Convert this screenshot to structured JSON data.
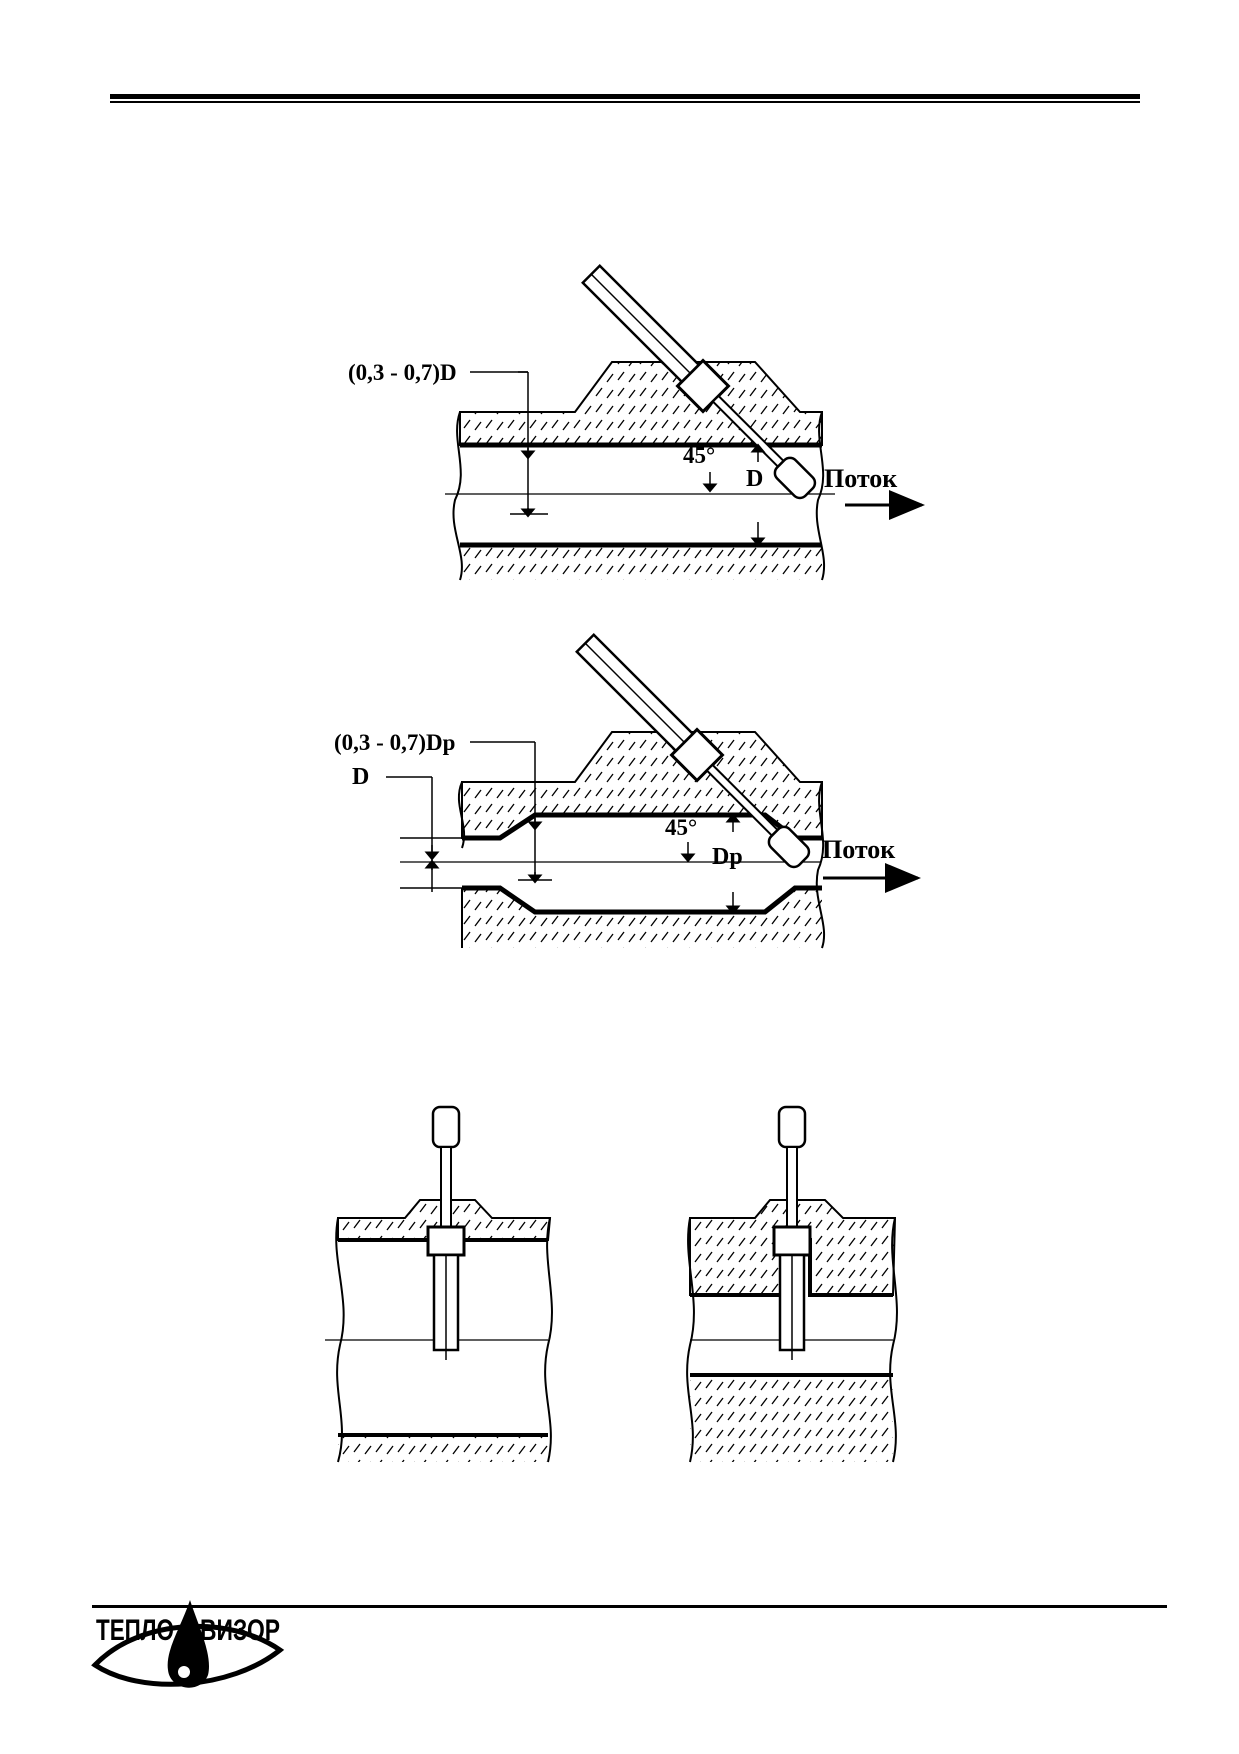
{
  "figure1": {
    "range_label": "(0,3 - 0,7)D",
    "angle_label": "45°",
    "diameter_label": "D",
    "flow_label": "Поток"
  },
  "figure2": {
    "range_label": "(0,3 - 0,7)Dp",
    "outer_diameter_label": "D",
    "angle_label": "45°",
    "diameter_label": "Dp",
    "flow_label": "Поток"
  },
  "footer": {
    "logo": {
      "left_text": "ТЕПЛО",
      "right_text": "ВИЗОР",
      "icon": "droplet-eye-logo"
    }
  },
  "colors": {
    "ink": "#000000",
    "paper": "#ffffff"
  }
}
